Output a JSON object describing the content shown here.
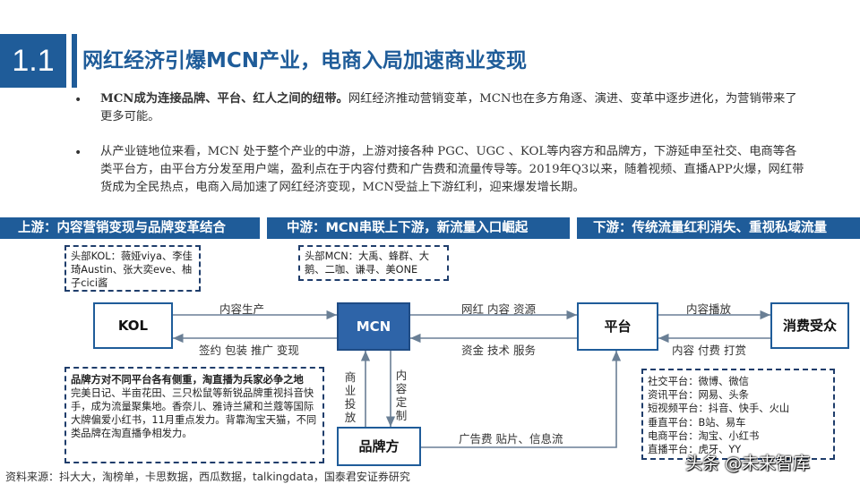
{
  "header": {
    "section_number": "1.1",
    "title": "网红经济引爆MCN产业，电商入局加速商业变现"
  },
  "bullets": [
    {
      "marker": "•",
      "bold": "MCN成为连接品牌、平台、红人之间的纽带。",
      "text": "网红经济推动营销变革，MCN也在多方角逐、演进、变革中逐步进化，为营销带来了更多可能。"
    },
    {
      "marker": "•",
      "bold": "",
      "text": "从产业链地位来看，MCN 处于整个产业的中游，上游对接各种 PGC、UGC 、KOL等内容方和品牌方，下游延申至社交、电商等各类平台方，由平台方分发至用户端，盈利点在于内容付费和广告费和流量传导等。2019年Q3以来，随着视频、直播APP火爆，网红带货成为全民热点，电商入局加速了网红经济变现，MCN受益上下游红利，迎来爆发增长期。"
    }
  ],
  "bands": {
    "upstream": "上游：内容营销变现与品牌变革结合",
    "midstream": "中游：MCN串联上下游，新流量入口崛起",
    "downstream": "下游：传统流量红利消失、重视私域流量"
  },
  "boxes": {
    "kol_heads": "头部KOL：薇娅viya、李佳琦Austin、张大奕eve、柚子cici酱",
    "mcn_heads": "头部MCN：大禹、蜂群、大鹅、二咖、谦寻、美ONE",
    "brand_note_title": "品牌方对不同平台各有侧重，淘直播为兵家必争之地",
    "brand_note_body": "完美日记、半亩花田、三只松鼠等新锐品牌重视抖音快手，成为流量聚集地。香奈儿、雅诗兰黛和兰蔻等国际大牌偏爱小红书，11月重点发力。背靠淘宝天猫，不同类品牌在淘直播争相发力。",
    "platforms": [
      "社交平台：微博、微信",
      "资讯平台：网易、头条",
      "短视频平台：抖音、快手、火山",
      "垂直平台：B站、易车",
      "电商平台：淘宝、小红书",
      "直播平台：虎牙、YY"
    ]
  },
  "nodes": {
    "kol": "KOL",
    "mcn": "MCN",
    "platform": "平台",
    "consumer": "消费受众",
    "brand": "品牌方"
  },
  "edges": {
    "kol_to_mcn": "内容生产",
    "mcn_to_kol": "签约 包装 推广 变现",
    "mcn_to_platform": "网红 内容 资源",
    "platform_to_mcn": "资金 技术 服务",
    "platform_to_consumer": "内容播放",
    "consumer_to_platform": "内容 付费 打赏",
    "brand_to_mcn": "商业投放",
    "mcn_to_brand": "内容定制",
    "brand_to_platform": "广告费 贴片、信息流"
  },
  "source": "资料来源：抖大大，淘榜单，卡思数据，西瓜数据，talkingdata，国泰君安证券研究",
  "watermark": "头条 @未来智库",
  "colors": {
    "primary": "#1f5c99",
    "mcn_fill": "#2e64a8",
    "arrow": "#6a7f95"
  }
}
